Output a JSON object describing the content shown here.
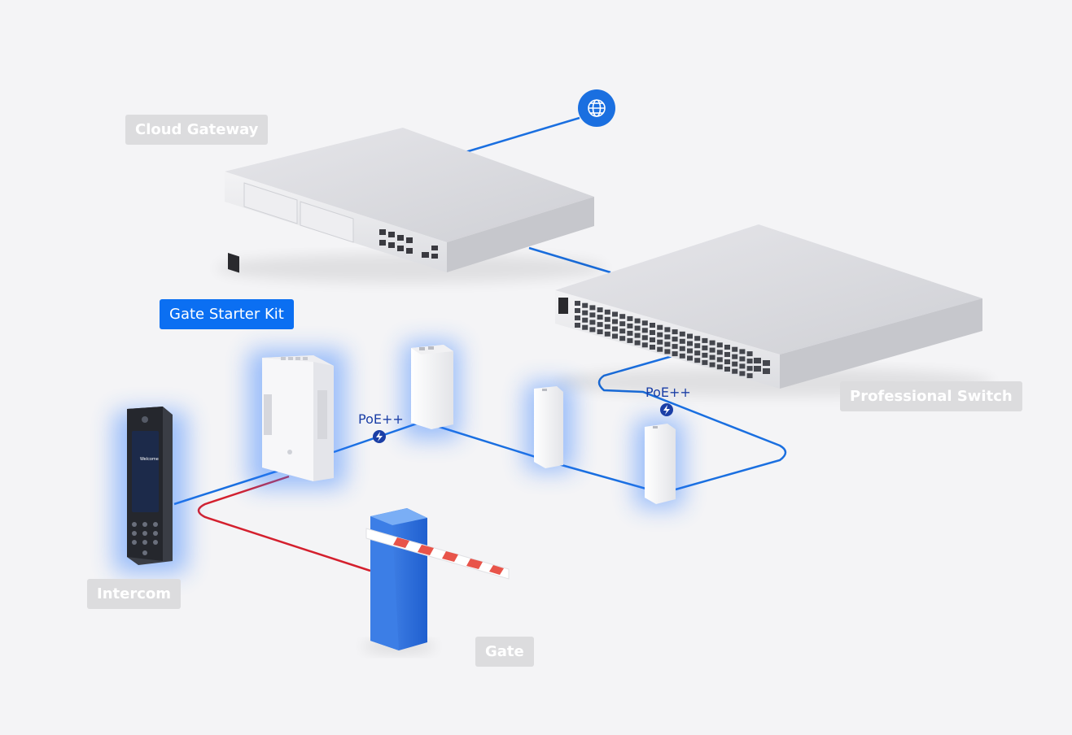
{
  "labels": {
    "cloud_gateway": "Cloud Gateway",
    "gate_starter_kit": "Gate Starter Kit",
    "professional_switch": "Professional Switch",
    "intercom": "Intercom",
    "gate": "Gate",
    "poe_left": "PoE++",
    "poe_right": "PoE++"
  },
  "intercom_screen": {
    "greeting": "Welcome"
  },
  "colors": {
    "background": "#f4f4f6",
    "ethernet_link": "#1a6fe0",
    "gate_wire": "#d4202e",
    "active_tag": "#0b6ff2",
    "tag": "#dcdcde",
    "glow": "#2f7bff"
  },
  "icons": {
    "internet": "globe-icon",
    "power": "lightning-icon"
  }
}
